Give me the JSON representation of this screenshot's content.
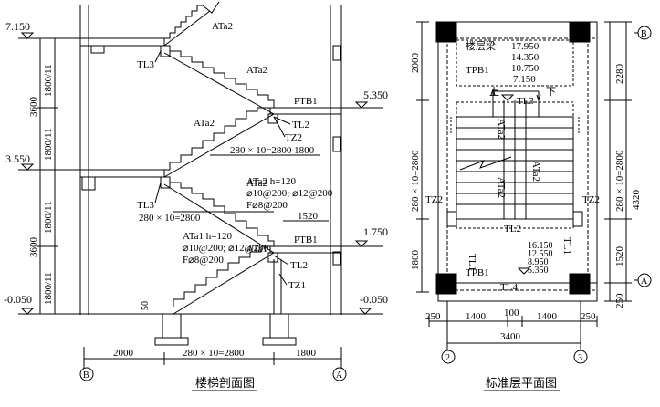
{
  "section": {
    "caption": "楼梯剖面图",
    "levels": [
      "7.150",
      "3.550",
      "-0.050",
      "5.350",
      "1.750",
      "-0.050"
    ],
    "left_dims": [
      "3600",
      "3600",
      "1800/11",
      "1800/11",
      "1800/11",
      "1800/11"
    ],
    "flight_labels": [
      "ATa2",
      "ATa2",
      "ATa2",
      "ATa2",
      "ATa1"
    ],
    "tb_labels": [
      "TL3",
      "TL3",
      "PTB1",
      "PTB1",
      "TL2",
      "TL2",
      "TZ2",
      "TZ1"
    ],
    "span_labels": [
      "280 × 10=2800 1800",
      "280 × 10=2800",
      "1520"
    ],
    "note_a2": [
      "ATa2 h=120",
      "⌀10@200; ⌀12@200",
      "F⌀8@200"
    ],
    "note_a1": [
      "ATa1 h=120",
      "⌀10@200; ⌀12@200",
      "F⌀8@200"
    ],
    "fifty": "50",
    "bottom_dims": [
      "2000",
      "280 × 10=2800",
      "1800"
    ],
    "axes": [
      "B",
      "A"
    ]
  },
  "plan": {
    "caption": "标准层平面图",
    "slab_label": "楼层梁",
    "upper_levels": [
      "17.950",
      "14.350",
      "10.750",
      "7.150"
    ],
    "lower_levels": [
      "16.150",
      "12.550",
      "8.950",
      "5.350"
    ],
    "labels": [
      "TPB1",
      "TPB1",
      "TL3",
      "TL2",
      "TL1",
      "TL1",
      "TL4",
      "TZ2",
      "TZ2",
      "ATa2",
      "ATa2",
      "ATa2"
    ],
    "up": "上",
    "down": "下",
    "left_dims": [
      "2000",
      "280 × 10=2800",
      "1800"
    ],
    "right_dims": [
      "2280",
      "280 × 10=2800",
      "1520",
      "250",
      "4320"
    ],
    "bottom_dims": [
      "250",
      "1400",
      "100",
      "1400",
      "250",
      "3400"
    ],
    "axes": [
      "B",
      "A",
      "2",
      "3"
    ]
  }
}
